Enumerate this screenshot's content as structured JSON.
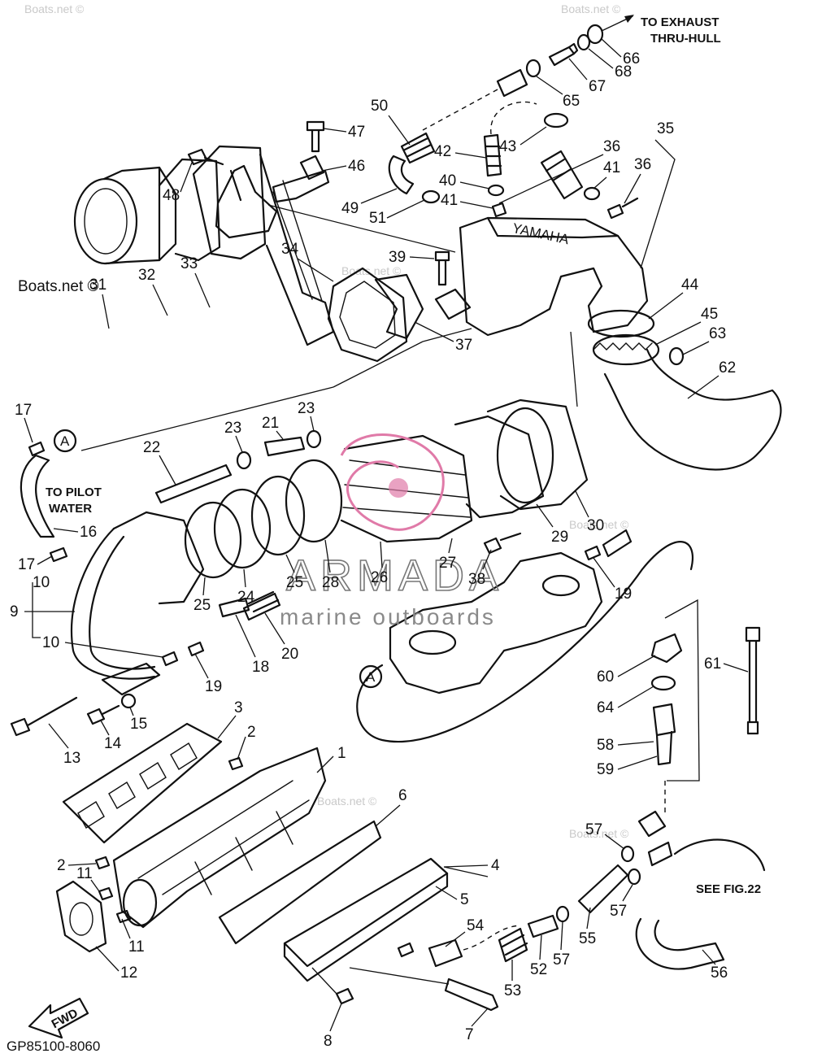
{
  "watermarks": [
    "Boats.net ©",
    "Boats.net ©",
    "Boats.net ©",
    "Boats.net ©",
    "Boats.net ©",
    "Boats.net ©"
  ],
  "logo": {
    "name": "ARMADA",
    "tagline": "marine outboards",
    "accent": "#e07aa8"
  },
  "notes": {
    "exhaust": [
      "TO EXHAUST",
      "THRU-HULL"
    ],
    "pilot": [
      "TO PILOT",
      "WATER"
    ],
    "see_fig": "SEE FIG.22",
    "fwd": "FWD",
    "muffler_brand": "YAMAHA"
  },
  "diagram_code": "GP85100-8060",
  "callouts": {
    "A1": "A",
    "A2": "A",
    "n1": "1",
    "n2a": "2",
    "n2b": "2",
    "n3": "3",
    "n4": "4",
    "n5": "5",
    "n6": "6",
    "n7": "7",
    "n8": "8",
    "n9": "9",
    "n10a": "10",
    "n10b": "10",
    "n11a": "11",
    "n11b": "11",
    "n12": "12",
    "n13": "13",
    "n14": "14",
    "n15": "15",
    "n16": "16",
    "n17a": "17",
    "n17b": "17",
    "n18": "18",
    "n19a": "19",
    "n19b": "19",
    "n20": "20",
    "n21": "21",
    "n22": "22",
    "n23a": "23",
    "n23b": "23",
    "n24": "24",
    "n25a": "25",
    "n25b": "25",
    "n26": "26",
    "n27": "27",
    "n28": "28",
    "n29": "29",
    "n30": "30",
    "n31": "31",
    "n32": "32",
    "n33": "33",
    "n34": "34",
    "n35": "35",
    "n36a": "36",
    "n36b": "36",
    "n37": "37",
    "n38": "38",
    "n39": "39",
    "n40": "40",
    "n41a": "41",
    "n41b": "41",
    "n42": "42",
    "n43": "43",
    "n44": "44",
    "n45": "45",
    "n46": "46",
    "n47": "47",
    "n48": "48",
    "n49": "49",
    "n50": "50",
    "n51": "51",
    "n52": "52",
    "n53": "53",
    "n54": "54",
    "n55": "55",
    "n56": "56",
    "n57a": "57",
    "n57b": "57",
    "n57c": "57",
    "n58": "58",
    "n59": "59",
    "n60": "60",
    "n61": "61",
    "n62": "62",
    "n63": "63",
    "n64": "64",
    "n65": "65",
    "n66": "66",
    "n67": "67",
    "n68": "68"
  }
}
